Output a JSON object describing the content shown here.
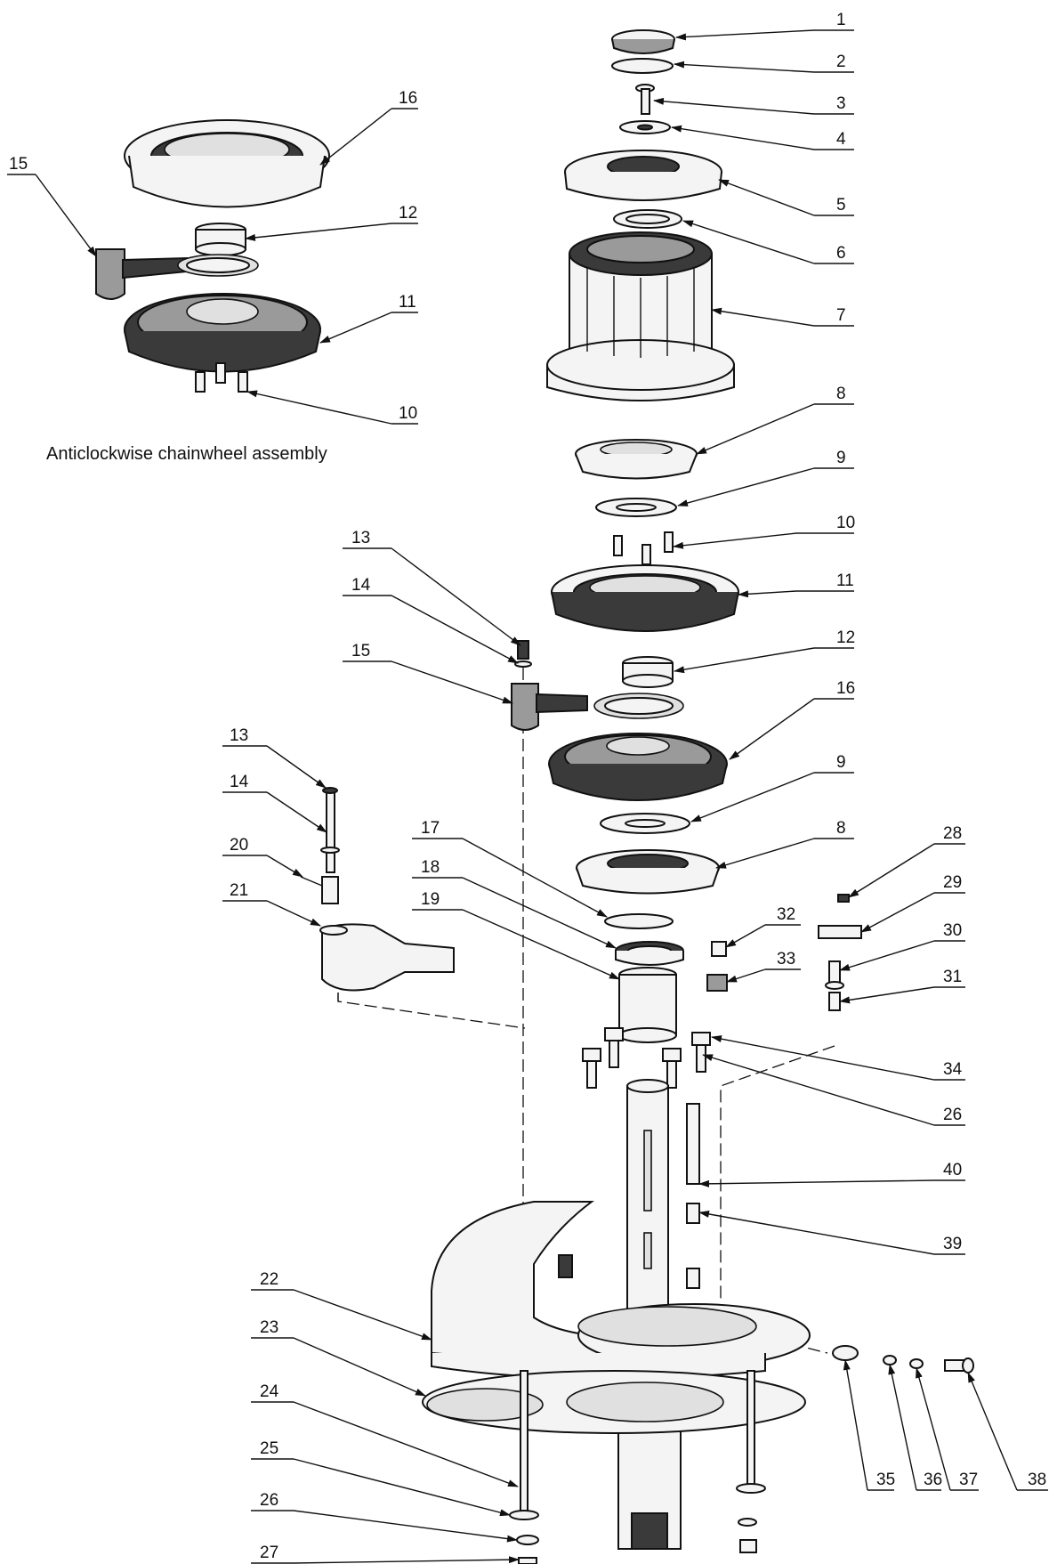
{
  "caption": "Anticlockwise chainwheel assembly",
  "callouts": [
    {
      "id": "c1",
      "label": "1"
    },
    {
      "id": "c2",
      "label": "2"
    },
    {
      "id": "c3",
      "label": "3"
    },
    {
      "id": "c4",
      "label": "4"
    },
    {
      "id": "c5",
      "label": "5"
    },
    {
      "id": "c6",
      "label": "6"
    },
    {
      "id": "c7",
      "label": "7"
    },
    {
      "id": "c8a",
      "label": "8"
    },
    {
      "id": "c9a",
      "label": "9"
    },
    {
      "id": "c10a",
      "label": "10"
    },
    {
      "id": "c11a",
      "label": "11"
    },
    {
      "id": "c12a",
      "label": "12"
    },
    {
      "id": "c13a",
      "label": "13"
    },
    {
      "id": "c14a",
      "label": "14"
    },
    {
      "id": "c15a",
      "label": "15"
    },
    {
      "id": "c16a",
      "label": "16"
    },
    {
      "id": "c9b",
      "label": "9"
    },
    {
      "id": "c8b",
      "label": "8"
    },
    {
      "id": "c17",
      "label": "17"
    },
    {
      "id": "c18",
      "label": "18"
    },
    {
      "id": "c19",
      "label": "19"
    },
    {
      "id": "c13b",
      "label": "13"
    },
    {
      "id": "c14b",
      "label": "14"
    },
    {
      "id": "c20",
      "label": "20"
    },
    {
      "id": "c21",
      "label": "21"
    },
    {
      "id": "c28",
      "label": "28"
    },
    {
      "id": "c29",
      "label": "29"
    },
    {
      "id": "c30",
      "label": "30"
    },
    {
      "id": "c31",
      "label": "31"
    },
    {
      "id": "c32",
      "label": "32"
    },
    {
      "id": "c33",
      "label": "33"
    },
    {
      "id": "c34",
      "label": "34"
    },
    {
      "id": "c26a",
      "label": "26"
    },
    {
      "id": "c40",
      "label": "40"
    },
    {
      "id": "c39",
      "label": "39"
    },
    {
      "id": "c22",
      "label": "22"
    },
    {
      "id": "c23",
      "label": "23"
    },
    {
      "id": "c24",
      "label": "24"
    },
    {
      "id": "c25",
      "label": "25"
    },
    {
      "id": "c26b",
      "label": "26"
    },
    {
      "id": "c27",
      "label": "27"
    },
    {
      "id": "c35",
      "label": "35"
    },
    {
      "id": "c36",
      "label": "36"
    },
    {
      "id": "c37",
      "label": "37"
    },
    {
      "id": "c38",
      "label": "38"
    },
    {
      "id": "c16b",
      "label": "16"
    },
    {
      "id": "c15b",
      "label": "15"
    },
    {
      "id": "c12b",
      "label": "12"
    },
    {
      "id": "c11b",
      "label": "11"
    },
    {
      "id": "c10b",
      "label": "10"
    }
  ]
}
